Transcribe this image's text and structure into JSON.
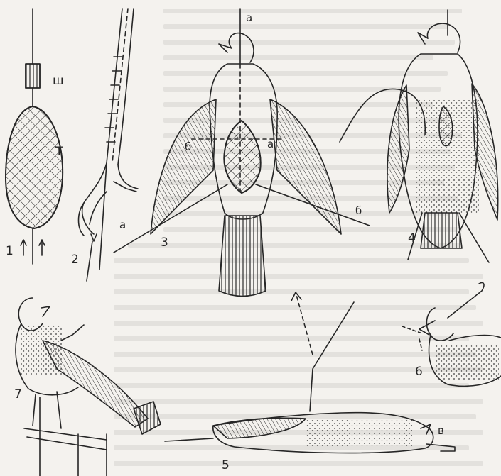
{
  "figure": {
    "labels": {
      "fig1_shelk": "ш",
      "fig1_tampon": "Т",
      "fig1_num": "1",
      "fig2_num": "2",
      "fig3_a_top": "а",
      "fig3_b_left": "б",
      "fig3_a_right": "а",
      "fig3_a_left": "а",
      "fig3_b_right": "б",
      "fig3_num": "3",
      "fig4_num": "4",
      "fig5_num": "5",
      "fig5_v": "в",
      "fig6_num": "6",
      "fig7_num": "7"
    },
    "colors": {
      "ink": "#262626",
      "paper": "#f4f2ee"
    }
  }
}
